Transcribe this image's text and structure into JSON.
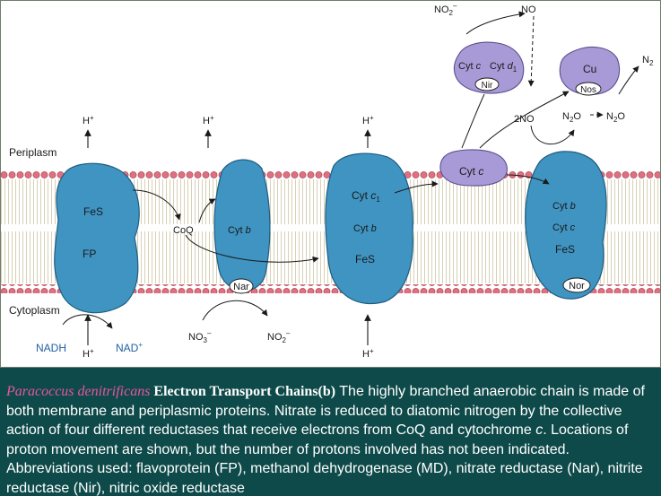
{
  "diagram": {
    "regions": {
      "periplasm": "Periplasm",
      "cytoplasm": "Cytoplasm"
    },
    "complex1": {
      "fes": "Fe",
      "fes_s": "S",
      "fp": "FP"
    },
    "coq": "Co",
    "coq_q": "Q",
    "nar": {
      "cytb": "Cyt ",
      "cytb_b": "b",
      "label": "Nar"
    },
    "complex3": {
      "cytc1": "Cyt ",
      "cytc1_c": "c",
      "cytc1_sub": "1",
      "cytb": "Cyt ",
      "cytb_b": "b",
      "fes": "FeS"
    },
    "cytc_mem": {
      "cyt": "Cyt ",
      "c": "c"
    },
    "nor": {
      "cytb": "Cyt ",
      "cytb_b": "b",
      "cytc": "Cyt ",
      "cytc_c": "c",
      "fes": "FeS",
      "label": "Nor"
    },
    "nir": {
      "cytc": "Cyt ",
      "cytc_c": "c",
      "cytd": "Cyt ",
      "cytd_d": "d",
      "cytd_sub": "1",
      "label": "Nir"
    },
    "nos": {
      "cu": "Cu",
      "label": "Nos"
    },
    "protons": {
      "h": "H",
      "plus": "+"
    },
    "species": {
      "nadh": "NADH",
      "nad": "NAD",
      "nad_plus": "+",
      "no3": "NO",
      "no3_sub": "3",
      "no3_sup": "–",
      "no2": "NO",
      "no2_sub": "2",
      "no2_sup": "–",
      "no": "NO",
      "two_no": "2NO",
      "n2o": "N",
      "n2o_sub": "2",
      "n2o_o": "O",
      "n2": "N",
      "n2_sub": "2"
    },
    "colors": {
      "protein_blue": "#3f94c2",
      "protein_purple": "#a89ad6",
      "membrane_head": "#e07080",
      "nadh_blue": "#1f5fa6"
    }
  },
  "caption": {
    "species": "Paracoccus denitrificans",
    "title": " Electron Transport Chains(b)",
    "text_1": " The highly branched anaerobic chain is made of both membrane and periplasmic proteins. Nitrate is reduced to diatomic nitrogen by the collective action of four different reductases that receive electrons from CoQ and cytochrome ",
    "text_italic": "c",
    "text_2": ". Locations of proton movement are shown, but the number of protons involved has not been indicated. Abbreviations used: flavoprotein (FP), methanol dehydrogenase (MD), nitrate reductase (Nar), nitrite reductase (Nir), nitric oxide reductase"
  }
}
